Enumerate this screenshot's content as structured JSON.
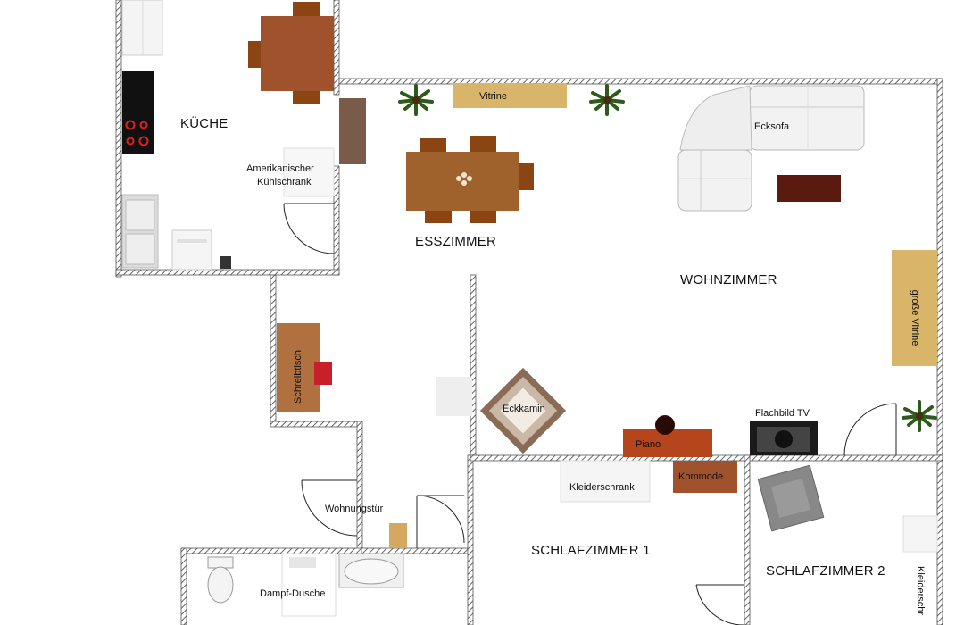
{
  "rooms": {
    "kitchen": "KÜCHE",
    "dining": "ESSZIMMER",
    "living": "WOHNZIMMER",
    "bedroom1": "SCHLAFZIMMER 1",
    "bedroom2": "SCHLAFZIMMER 2"
  },
  "furniture": {
    "fridge_line1": "Amerikanischer",
    "fridge_line2": "Kühlschrank",
    "vitrine": "Vitrine",
    "ecksofa": "Ecksofa",
    "grosse_vitrine": "große Vitrine",
    "schreibtisch": "Schreibtisch",
    "eckkamin": "Eckkamin",
    "piano": "Piano",
    "flachbild_tv": "Flachbild TV",
    "kleiderschrank": "Kleiderschrank",
    "kommode": "Kommode",
    "wohnungstuer": "Wohnungstür",
    "dampf_dusche": "Dampf-Dusche",
    "kleiderschrank_2": "Kleiderschr"
  },
  "colors": {
    "wall": "#777777",
    "wood_dark": "#8b4513",
    "wood_mid": "#a0622d",
    "wood_light": "#d2a860",
    "sideboard": "#5a1a10",
    "sofa": "#f2f2f2"
  }
}
